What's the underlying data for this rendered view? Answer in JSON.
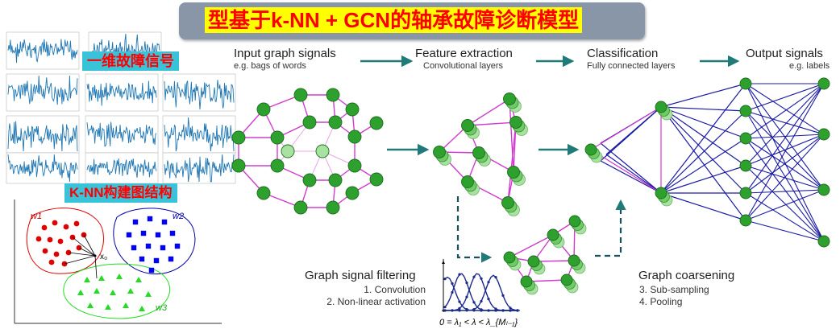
{
  "title": "型基于k-NN + GCN的轴承故障诊断模型",
  "labels": {
    "signal_1d": "一维故障信号",
    "knn_graph": "K-NN构建图结构"
  },
  "knn_classes": [
    "w1",
    "w2",
    "w3"
  ],
  "knn_query": "x₀",
  "pipeline": {
    "input": {
      "title": "Input graph signals",
      "subtitle": "e.g. bags of words"
    },
    "feature": {
      "title": "Feature extraction",
      "subtitle": "Convolutional layers"
    },
    "classification": {
      "title": "Classification",
      "subtitle": "Fully connected layers"
    },
    "output": {
      "title": "Output signals",
      "subtitle": "e.g. labels"
    },
    "filtering": {
      "title": "Graph signal filtering",
      "steps": [
        "1. Convolution",
        "2. Non-linear activation"
      ]
    },
    "coarsening": {
      "title": "Graph coarsening",
      "steps": [
        "3. Sub-sampling",
        "4. Pooling"
      ]
    },
    "filter_formula": "0 = λ₁ < λ < λ_{Mₗ₋₁}"
  },
  "colors": {
    "title_text": "#ff0000",
    "title_highlight": "#ffff00",
    "banner": "#8896a8",
    "tag_bg": "#39c3d9",
    "node_green": "#2ea02e",
    "node_light": "#a8e2a0",
    "edge_magenta": "#d23bd2",
    "fc_blue": "#1a1aa6",
    "arrow_teal": "#1f7a78",
    "signal_blue": "#1f77b4",
    "knn_red": "#e00000",
    "knn_blue": "#0000ff",
    "knn_green": "#22dd22"
  }
}
